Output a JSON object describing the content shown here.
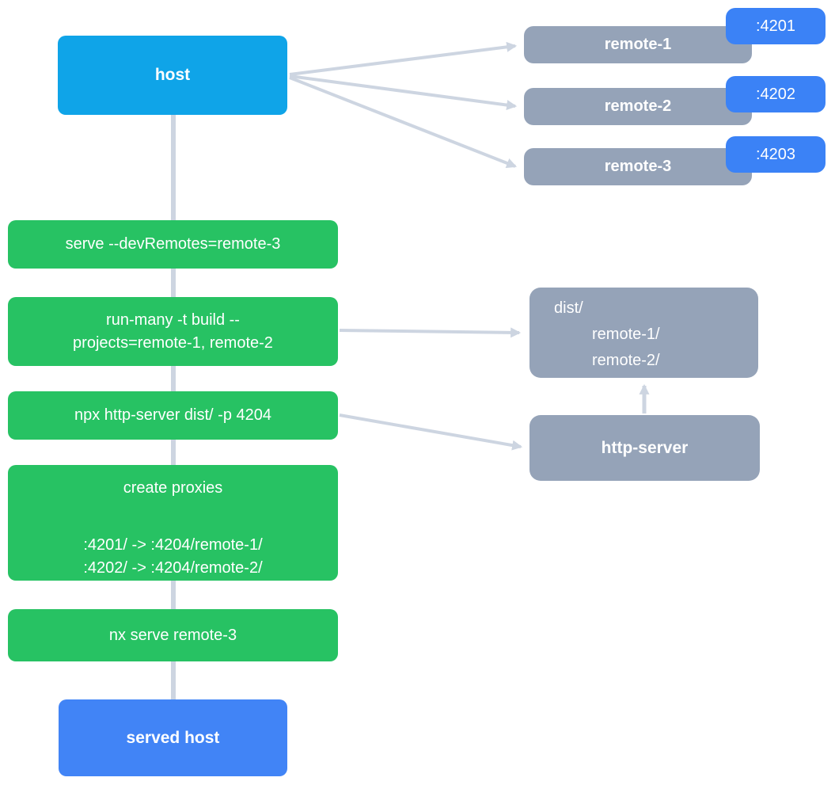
{
  "diagram": {
    "host": {
      "label": "host"
    },
    "remotes": [
      {
        "label": "remote-1",
        "port": ":4201"
      },
      {
        "label": "remote-2",
        "port": ":4202"
      },
      {
        "label": "remote-3",
        "port": ":4203"
      }
    ],
    "steps": {
      "serve_dev_remotes": "serve --devRemotes=remote-3",
      "run_many_line1": "run-many -t build --",
      "run_many_line2": "projects=remote-1, remote-2",
      "http_server_cmd": "npx http-server dist/ -p 4204",
      "proxies_title": "create proxies",
      "proxy_1": ":4201/ -> :4204/remote-1/",
      "proxy_2": ":4202/ -> :4204/remote-2/",
      "nx_serve_remote3": "nx serve remote-3"
    },
    "dist": {
      "line1": "dist/",
      "line2": "remote-1/",
      "line3": "remote-2/"
    },
    "http_server": {
      "label": "http-server"
    },
    "served_host": {
      "label": "served host"
    }
  },
  "colors": {
    "host_node": "#0fa4e8",
    "remote_node": "#95a3b8",
    "port_badge": "#3b82f6",
    "command_node": "#27c263",
    "served_host_node": "#4184f6",
    "connector": "#cdd5e1"
  }
}
